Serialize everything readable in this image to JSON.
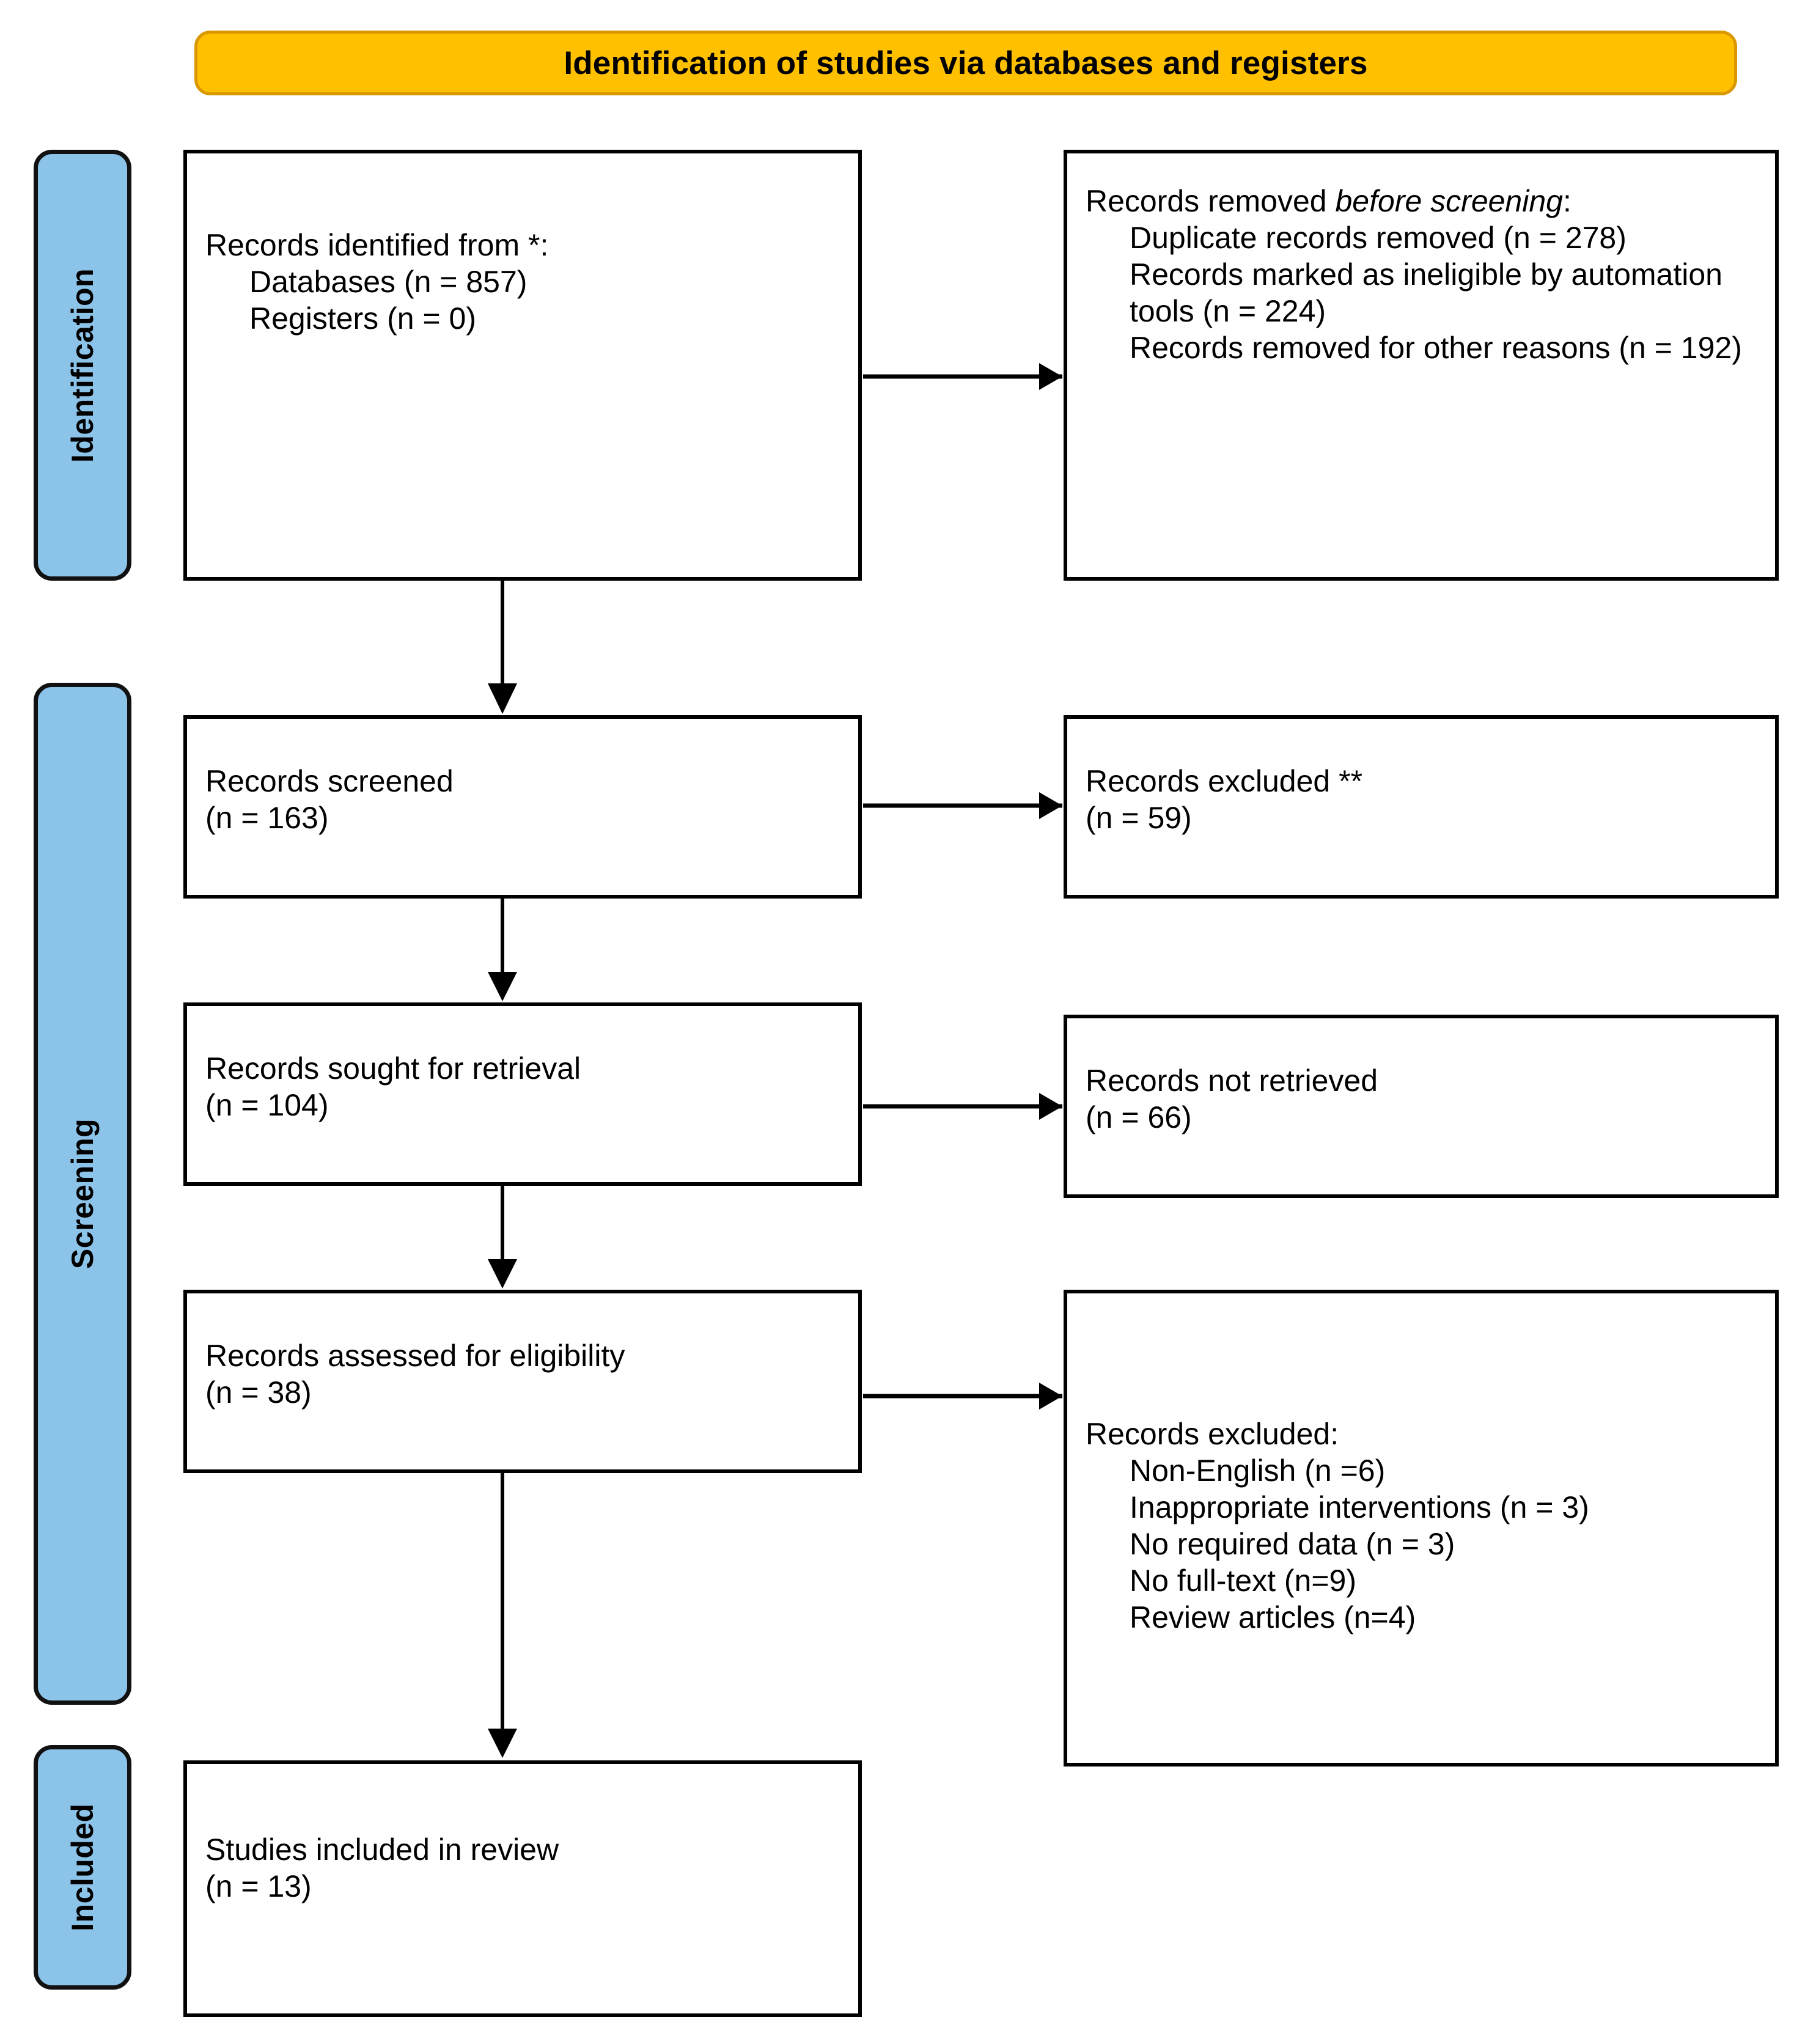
{
  "header": {
    "title": "Identification of studies via databases and registers",
    "background_color": "#FFC000"
  },
  "phases": [
    {
      "id": "identification",
      "label": "Identification",
      "color": "#8CC3E9"
    },
    {
      "id": "screening",
      "label": "Screening",
      "color": "#8CC3E9"
    },
    {
      "id": "included",
      "label": "Included",
      "color": "#8CC3E9"
    }
  ],
  "boxes": {
    "identified": {
      "line1": "Records identified from *:",
      "line2": "Databases (n = 857)",
      "line3": "Registers (n = 0)"
    },
    "removed_before_screening": {
      "title_plain": "Records removed ",
      "title_italic": "before screening",
      "title_colon": ":",
      "item1": "Duplicate records removed (n = 278)",
      "item2": "Records marked as ineligible by automation tools (n = 224)",
      "item3": "Records removed for other reasons (n = 192)"
    },
    "screened": {
      "line1": "Records screened",
      "line2": "(n = 163)"
    },
    "excluded_1": {
      "line1": "Records excluded **",
      "line2": "(n = 59)"
    },
    "sought": {
      "line1": "Records sought for retrieval",
      "line2": "(n = 104)"
    },
    "not_retrieved": {
      "line1": "Records not retrieved",
      "line2": "(n = 66)"
    },
    "assessed": {
      "line1": "Records assessed for eligibility",
      "line2": "(n = 38)"
    },
    "excluded_2": {
      "title": "Records excluded:",
      "item1": "Non-English (n =6)",
      "item2": "Inappropriate interventions (n = 3)",
      "item3": "No required data (n = 3)",
      "item4": "No full-text (n=9)",
      "item5": "Review articles (n=4)"
    },
    "included": {
      "line1": "Studies included in review",
      "line2": "(n = 13)"
    }
  },
  "counts": {
    "databases": 857,
    "registers": 0,
    "duplicates_removed": 278,
    "ineligible_automation": 224,
    "removed_other": 192,
    "screened": 163,
    "excluded_screening": 59,
    "sought_retrieval": 104,
    "not_retrieved": 66,
    "assessed_eligibility": 38,
    "excluded_non_english": 6,
    "excluded_inappropriate_interventions": 3,
    "excluded_no_required_data": 3,
    "excluded_no_full_text": 9,
    "excluded_review_articles": 4,
    "included_studies": 13
  }
}
